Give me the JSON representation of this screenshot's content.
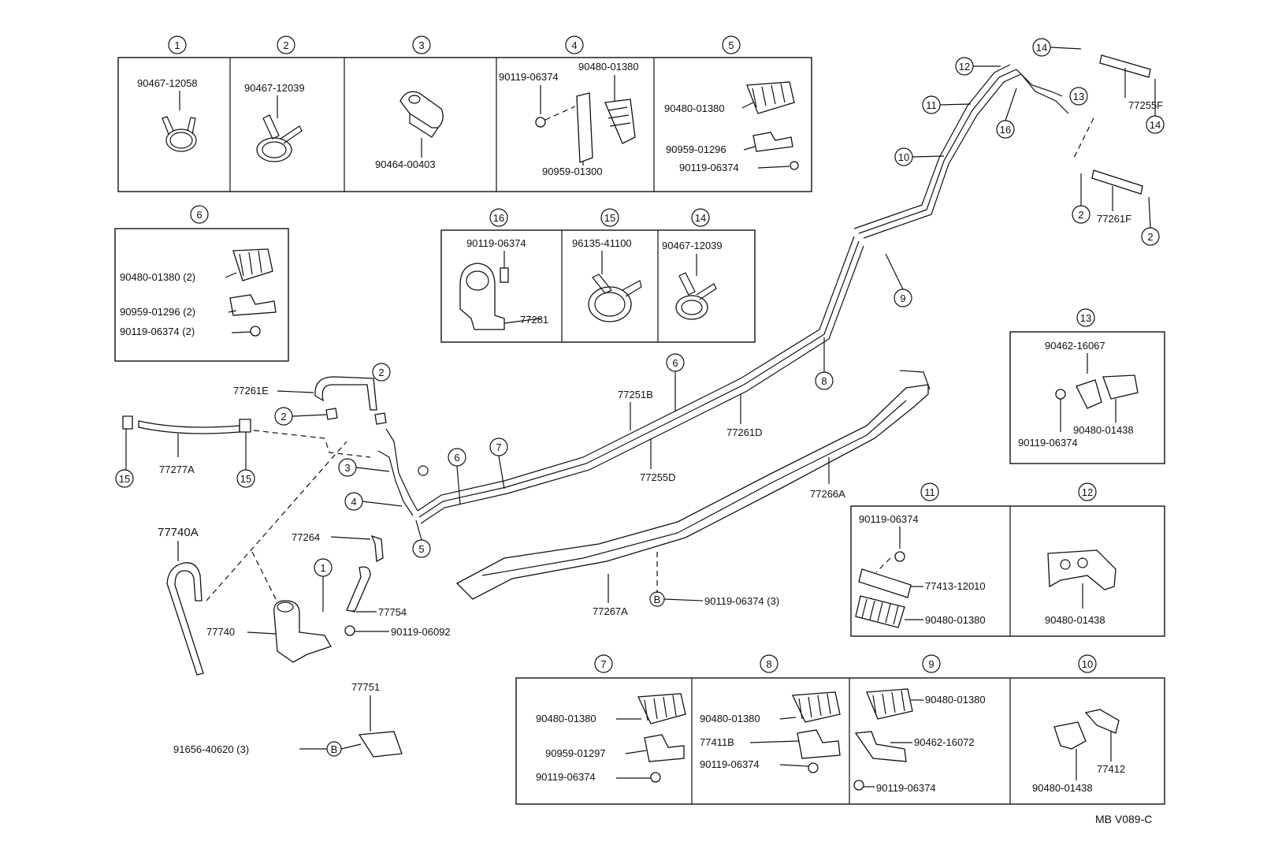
{
  "diagram_code": "MB V089-C",
  "callouts": {
    "c1": "1",
    "c2": "2",
    "c3": "3",
    "c4": "4",
    "c5": "5",
    "c6": "6",
    "c7": "7",
    "c8": "8",
    "c9": "9",
    "c10": "10",
    "c11": "11",
    "c12": "12",
    "c13": "13",
    "c14": "14",
    "c15": "15",
    "c16": "16",
    "cB": "B"
  },
  "boxes": {
    "b1": {
      "num": "1",
      "parts": [
        "90467-12058"
      ]
    },
    "b2": {
      "num": "2",
      "parts": [
        "90467-12039"
      ]
    },
    "b3": {
      "num": "3",
      "parts": [
        "90464-00403"
      ]
    },
    "b4": {
      "num": "4",
      "parts": [
        "90119-06374",
        "90480-01380",
        "90959-01300"
      ]
    },
    "b5": {
      "num": "5",
      "parts": [
        "90480-01380",
        "90959-01296",
        "90119-06374"
      ]
    },
    "b6": {
      "num": "6",
      "parts": [
        "90480-01380 (2)",
        "90959-01296 (2)",
        "90119-06374 (2)"
      ]
    },
    "b16": {
      "num": "16",
      "parts": [
        "90119-06374",
        "77281"
      ]
    },
    "b15": {
      "num": "15",
      "parts": [
        "96135-41100"
      ]
    },
    "b14": {
      "num": "14",
      "parts": [
        "90467-12039"
      ]
    },
    "b13": {
      "num": "13",
      "parts": [
        "90462-16067",
        "90480-01438",
        "90119-06374"
      ]
    },
    "b11": {
      "num": "11",
      "parts": [
        "90119-06374",
        "77413-12010",
        "90480-01380"
      ]
    },
    "b12": {
      "num": "12",
      "parts": [
        "90480-01438"
      ]
    },
    "b7": {
      "num": "7",
      "parts": [
        "90480-01380",
        "90959-01297",
        "90119-06374"
      ]
    },
    "b8": {
      "num": "8",
      "parts": [
        "90480-01380",
        "77411B",
        "90119-06374"
      ]
    },
    "b9": {
      "num": "9",
      "parts": [
        "90480-01380",
        "90462-16072",
        "90119-06374"
      ]
    },
    "b10": {
      "num": "10",
      "parts": [
        "90480-01438",
        "77412"
      ]
    }
  },
  "main": {
    "p77255F": "77255F",
    "p77261F": "77261F",
    "p77251B": "77251B",
    "p77255D": "77255D",
    "p77261D": "77261D",
    "p77266A": "77266A",
    "p77267A": "77267A",
    "p90119_06374_3": "90119-06374 (3)",
    "p77261E": "77261E",
    "p77277A": "77277A",
    "p77740A": "77740A",
    "p77264": "77264",
    "p77754": "77754",
    "p77740": "77740",
    "p90119_06092": "90119-06092",
    "p77751": "77751",
    "p91656_40620_3": "91656-40620 (3)"
  }
}
